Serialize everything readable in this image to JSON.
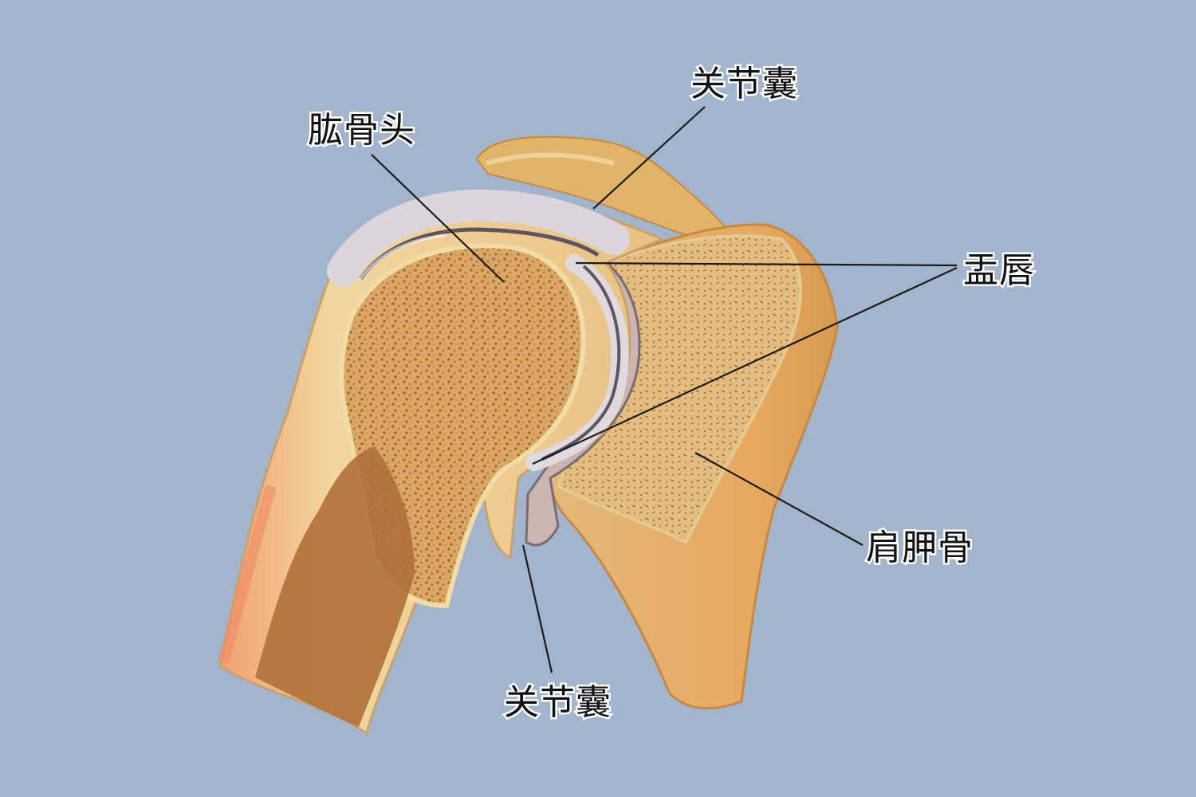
{
  "labels": {
    "capsule_top": "关节囊",
    "humeral_head": "肱骨头",
    "labrum": "盂唇",
    "scapula": "肩胛骨",
    "capsule_bottom": "关节囊"
  },
  "colors": {
    "background": "#a3b5cc",
    "bone_outer": "#e9c98d",
    "spongy_bone": "#cf9a55",
    "marrow": "#a86a38",
    "cartilage": "#d9d4d8",
    "capsule": "#c9c3cc",
    "leader_line": "#1a1a1a"
  }
}
